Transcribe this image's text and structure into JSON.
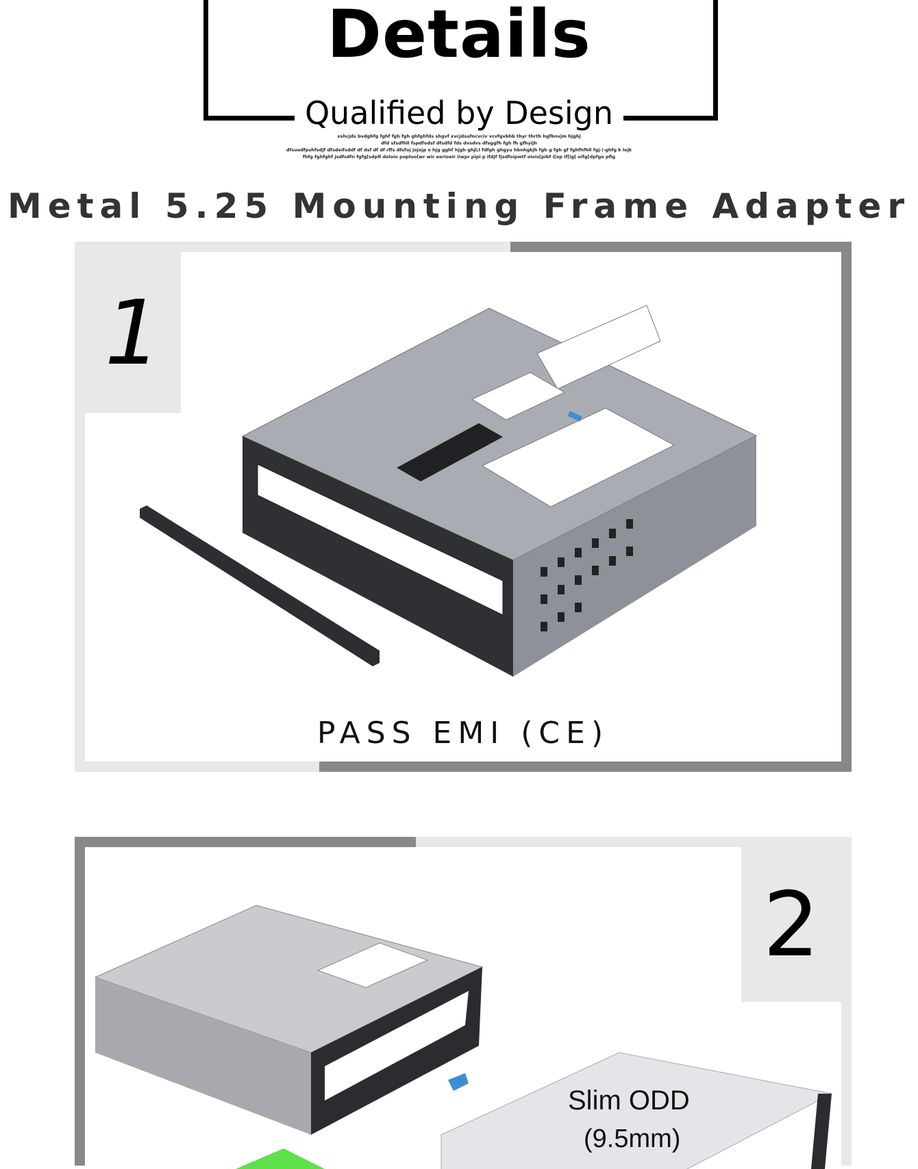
{
  "header": {
    "title": "Details",
    "tagline": "Qualified by Design",
    "filler_lines": [
      "xshcjds bvdghfg fghf fgh fgh ghfghfds shgvf xvcjdsufncvciv vcvfgvbhb thyr thrth hgfbnvjm hjghj",
      "dfd sfsdfhll fspdfodsf dfsdfd fds  dvsdvs dfsggfh fgh fh gfhyijh",
      "dfsuedfpshfsdjf dfsdeifsddf df dsf df df rffs dfsfoj  jojojp o hjg  gghf hjgh ghjl;l fdfgh ghgyu hbnhgkjh fgh g fgh gf  fghfhfhll fgj-|-ghfg k lojk",
      "fhfg fghfghf jsdfsdfn fgfg[sdpfi doloio popluo[wr wir eerioeir iiwpr pipi p ifdjf fjsdfoipwtf oiois[pibf i[op if[ig[ oifg[dpfgo pfig"
    ]
  },
  "product_title": "Metal 5.25 Mounting Frame Adapter",
  "sections": [
    {
      "number": "1",
      "caption": "PASS EMI (CE)"
    },
    {
      "number": "2",
      "caption_line1": "Slim ODD",
      "caption_line2": "(9.5mm)"
    }
  ],
  "colors": {
    "dark_border": "#888888",
    "light_border": "#e8e8e8",
    "accent_blue": "#3a8fd8",
    "accent_green": "#5de04a"
  }
}
